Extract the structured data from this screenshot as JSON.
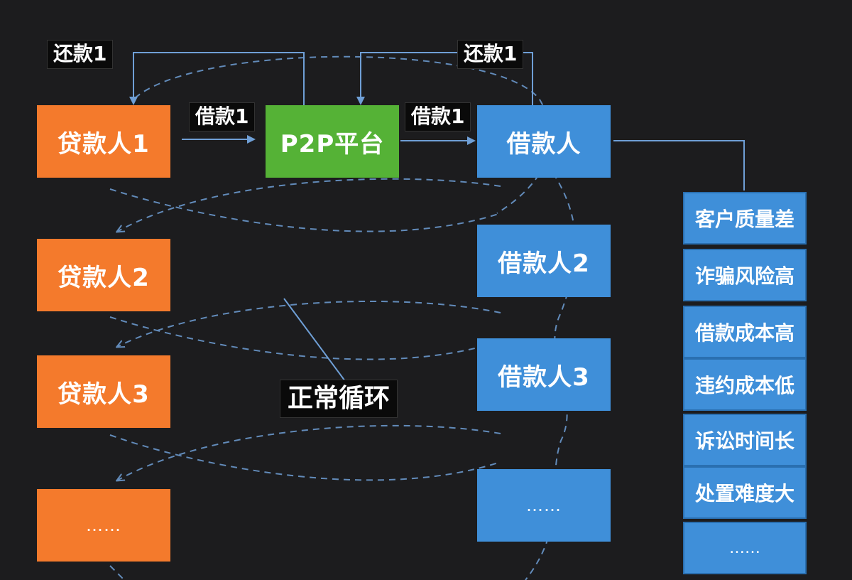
{
  "lenders": [
    "贷款人1",
    "贷款人2",
    "贷款人3",
    "……"
  ],
  "platform": "P2P平台",
  "borrowers": [
    "借款人",
    "借款人2",
    "借款人3",
    "……"
  ],
  "risks": [
    "客户质量差",
    "诈骗风险高",
    "借款成本高",
    "违约成本低",
    "诉讼时间长",
    "处置难度大",
    "……"
  ],
  "labels": {
    "repay_left": "还款1",
    "repay_right": "还款1",
    "borrow_left": "借款1",
    "borrow_right": "借款1",
    "normal_cycle": "正常循环"
  },
  "colors": {
    "lender": "#f47a2c",
    "platform": "#55b236",
    "borrower": "#3f8fd9",
    "line": "#6f9fd6"
  }
}
